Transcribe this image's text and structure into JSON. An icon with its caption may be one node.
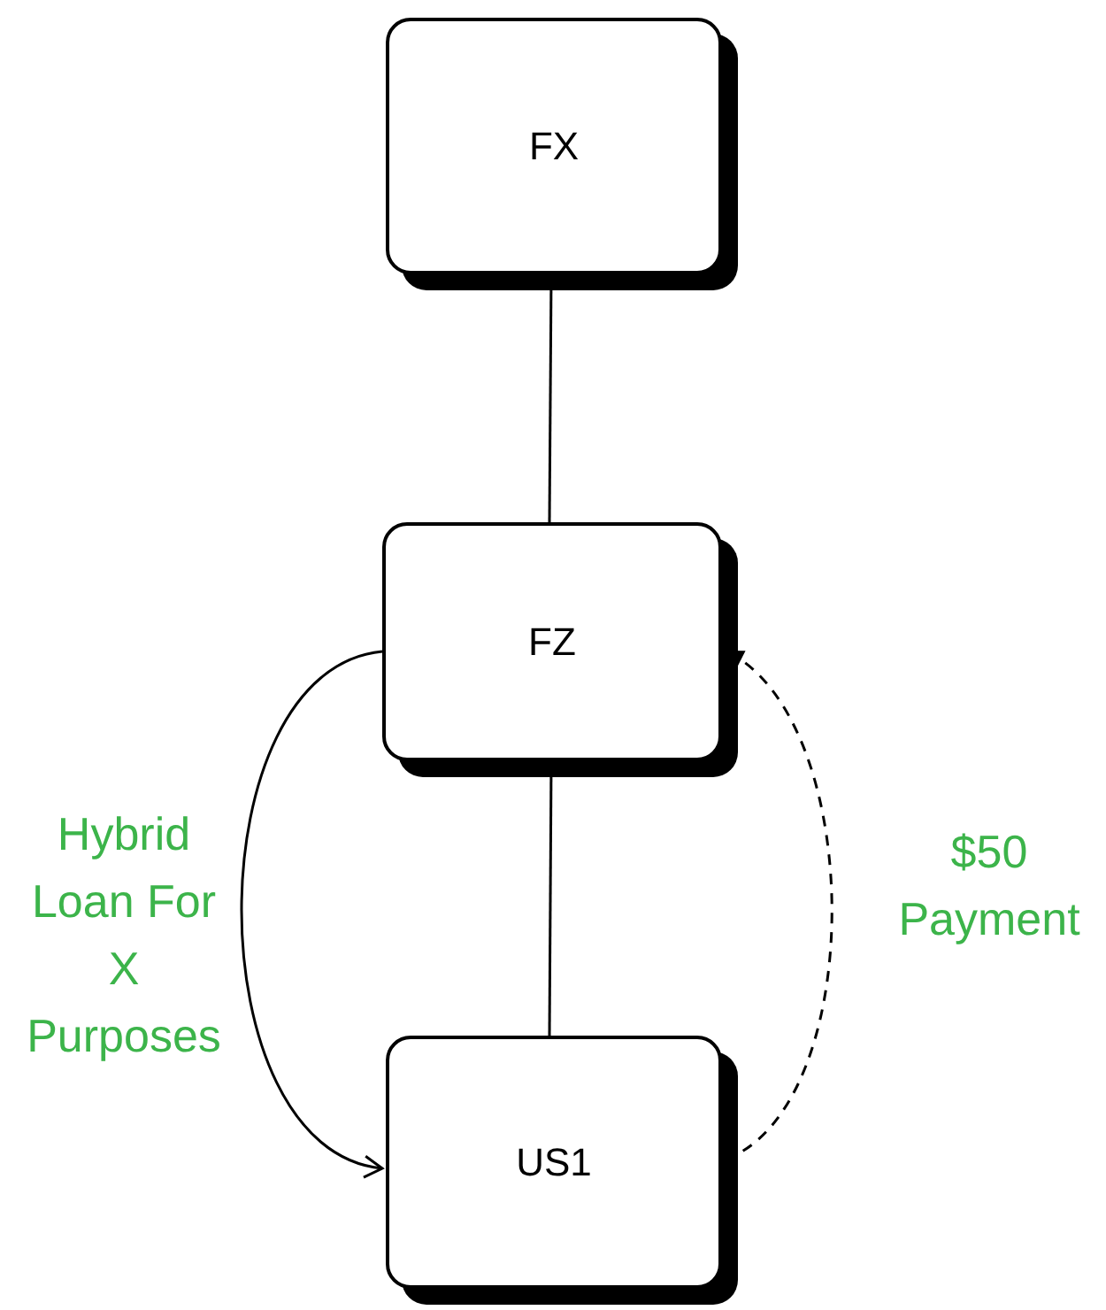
{
  "diagram": {
    "nodes": [
      {
        "text": [
          "FX"
        ]
      },
      {
        "text": [
          "FZ"
        ]
      },
      {
        "text": [
          "US1"
        ]
      }
    ],
    "edges": [
      {
        "from": 0,
        "to": 1,
        "arrow": "none"
      },
      {
        "from": 1,
        "to": 2,
        "arrow": "none"
      },
      {
        "from": 1,
        "to": 2,
        "arrow": "to",
        "label": "Hybrid Loan For X Purposes"
      },
      {
        "from": 2,
        "to": 1,
        "arrow": "to",
        "label": "$50 Payment",
        "style": "dashed"
      }
    ]
  }
}
